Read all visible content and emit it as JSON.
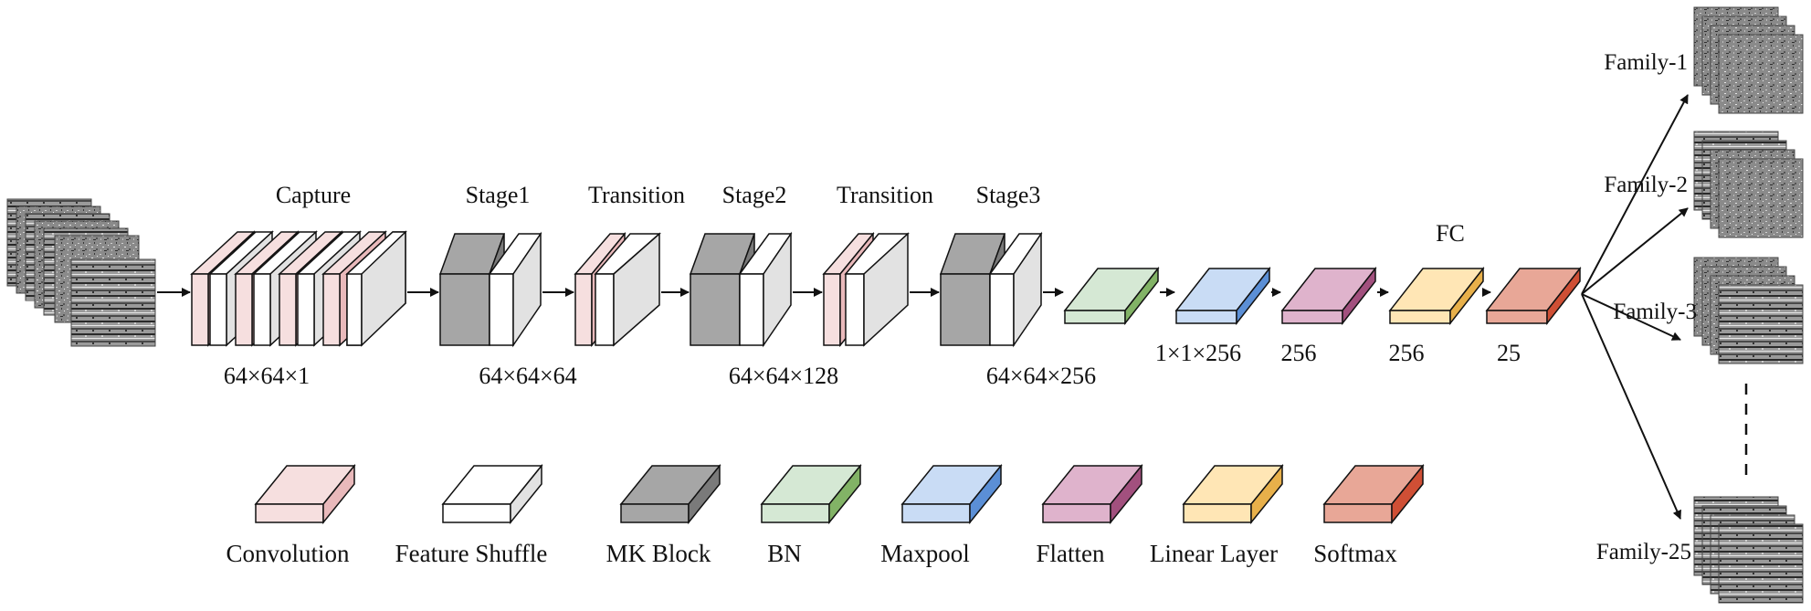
{
  "colors": {
    "convolution": "#f6dfdf",
    "convolution_side": "#e9b9bb",
    "feature_shuffle": "#ffffff",
    "feature_shuffle_side": "#e2e2e2",
    "mk_block": "#a6a6a6",
    "mk_block_side": "#7a7a7a",
    "bn": "#d5e8d4",
    "bn_side": "#82b366",
    "maxpool": "#c9dcf5",
    "maxpool_side": "#5b8fd6",
    "flatten": "#dfb3cc",
    "flatten_side": "#a2507e",
    "linear": "#ffe6b5",
    "linear_side": "#e8b04a",
    "softmax": "#e8a797",
    "softmax_side": "#cf4f35"
  },
  "pipeline": {
    "capture_label": "Capture",
    "capture_dim": "64×64×1",
    "stage1_label": "Stage1",
    "stage1_dim": "64×64×64",
    "transition1_label": "Transition",
    "stage2_label": "Stage2",
    "stage2_dim": "64×64×128",
    "transition2_label": "Transition",
    "stage3_label": "Stage3",
    "stage3_dim": "64×64×256",
    "fc_label": "FC",
    "fc_dims": [
      "1×1×256",
      "256",
      "256",
      "25"
    ]
  },
  "outputs": {
    "families": [
      "Family-1",
      "Family-2",
      "Family-3",
      "Family-25"
    ]
  },
  "legend": {
    "items": [
      "Convolution",
      "Feature Shuffle",
      "MK Block",
      "BN",
      "Maxpool",
      "Flatten",
      "Linear Layer",
      "Softmax"
    ]
  }
}
